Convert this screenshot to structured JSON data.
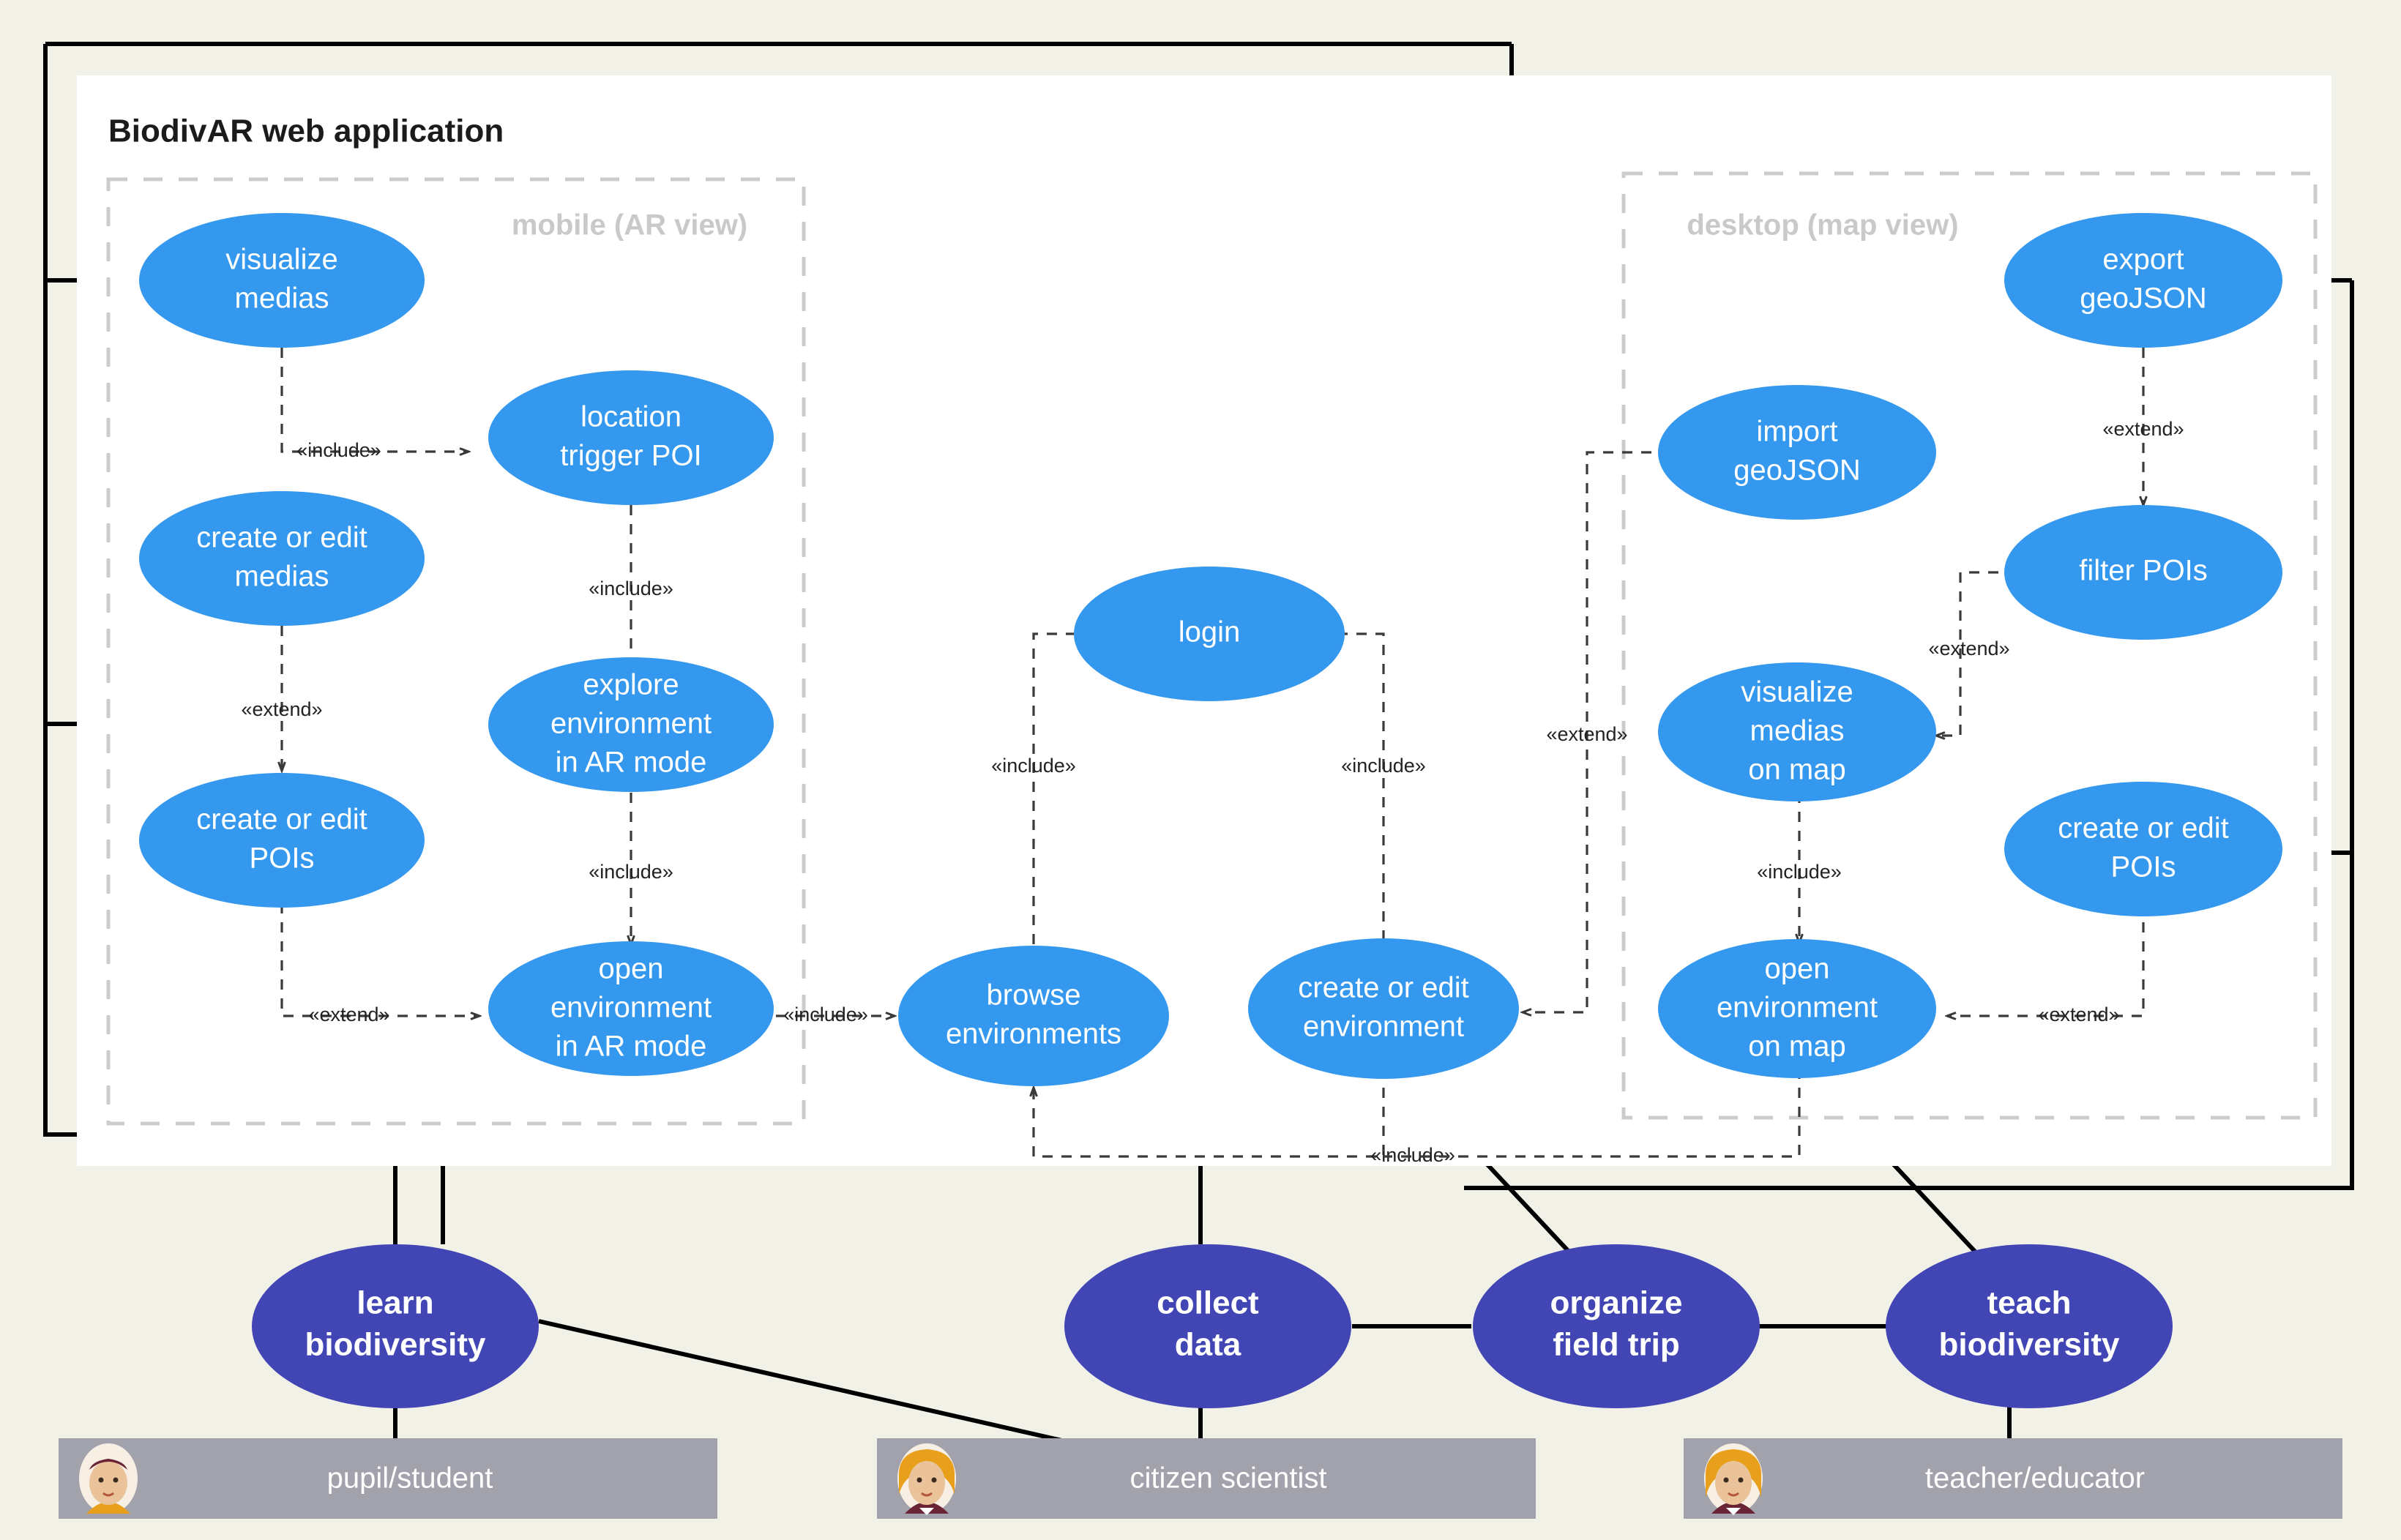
{
  "system": {
    "title": "BiodivAR web application",
    "panel_color": "#ffffff",
    "canvas_color": "#f1f1e8"
  },
  "groups": [
    {
      "id": "mobile",
      "label": "mobile (AR view)"
    },
    {
      "id": "desktop",
      "label": "desktop (map view)"
    }
  ],
  "use_cases": [
    {
      "id": "visualize-medias",
      "label": "visualize\nmedias",
      "lines": [
        "visualize",
        "medias"
      ],
      "group": "mobile",
      "color": "#3498ef"
    },
    {
      "id": "location-trigger-poi",
      "label": "location\ntrigger POI",
      "lines": [
        "location",
        "trigger POI"
      ],
      "group": "mobile",
      "color": "#3498ef"
    },
    {
      "id": "create-or-edit-medias",
      "label": "create or edit\nmedias",
      "lines": [
        "create or edit",
        "medias"
      ],
      "group": "mobile",
      "color": "#3498ef"
    },
    {
      "id": "explore-environment-ar",
      "label": "explore environment in AR mode",
      "lines": [
        "explore",
        "environment",
        "in AR mode"
      ],
      "group": "mobile",
      "color": "#3498ef"
    },
    {
      "id": "create-or-edit-pois-mobile",
      "label": "create or edit\nPOIs",
      "lines": [
        "create or edit",
        "POIs"
      ],
      "group": "mobile",
      "color": "#3498ef"
    },
    {
      "id": "open-environment-ar",
      "label": "open environment in AR mode",
      "lines": [
        "open",
        "environment",
        "in AR mode"
      ],
      "group": "mobile",
      "color": "#3498ef"
    },
    {
      "id": "login",
      "label": "login",
      "lines": [
        "login"
      ],
      "group": "shared",
      "color": "#3498ef"
    },
    {
      "id": "browse-environments",
      "label": "browse\nenvironments",
      "lines": [
        "browse",
        "environments"
      ],
      "group": "shared",
      "color": "#3498ef"
    },
    {
      "id": "create-or-edit-environment",
      "label": "create or edit\nenvironment",
      "lines": [
        "create or edit",
        "environment"
      ],
      "group": "shared",
      "color": "#3498ef"
    },
    {
      "id": "export-geojson",
      "label": "export\ngeoJSON",
      "lines": [
        "export",
        "geoJSON"
      ],
      "group": "desktop",
      "color": "#3498ef"
    },
    {
      "id": "import-geojson",
      "label": "import\ngeoJSON",
      "lines": [
        "import",
        "geoJSON"
      ],
      "group": "desktop",
      "color": "#3498ef"
    },
    {
      "id": "filter-pois",
      "label": "filter POIs",
      "lines": [
        "filter POIs"
      ],
      "group": "desktop",
      "color": "#3498ef"
    },
    {
      "id": "visualize-medias-on-map",
      "label": "visualize medias on map",
      "lines": [
        "visualize",
        "medias",
        "on map"
      ],
      "group": "desktop",
      "color": "#3498ef"
    },
    {
      "id": "create-or-edit-pois-desktop",
      "label": "create or edit\nPOIs",
      "lines": [
        "create or edit",
        "POIs"
      ],
      "group": "desktop",
      "color": "#3498ef"
    },
    {
      "id": "open-environment-on-map",
      "label": "open environment on map",
      "lines": [
        "open",
        "environment",
        "on map"
      ],
      "group": "desktop",
      "color": "#3498ef"
    }
  ],
  "goals": [
    {
      "id": "learn-biodiversity",
      "lines": [
        "learn",
        "biodiversity"
      ],
      "color": "#4146b4"
    },
    {
      "id": "collect-data",
      "lines": [
        "collect",
        "data"
      ],
      "color": "#4146b4"
    },
    {
      "id": "organize-field-trip",
      "lines": [
        "organize",
        "field trip"
      ],
      "color": "#4146b4"
    },
    {
      "id": "teach-biodiversity",
      "lines": [
        "teach",
        "biodiversity"
      ],
      "color": "#4146b4"
    }
  ],
  "actors": [
    {
      "id": "pupil-student",
      "label": "pupil/student",
      "avatar": "male-student-avatar"
    },
    {
      "id": "citizen-scientist",
      "label": "citizen scientist",
      "avatar": "female-scientist-avatar"
    },
    {
      "id": "teacher-educator",
      "label": "teacher/educator",
      "avatar": "female-teacher-avatar"
    }
  ],
  "relations": [
    {
      "id": "rel-1",
      "label": "«include»",
      "from": "visualize-medias",
      "to": "location-trigger-poi",
      "kind": "include"
    },
    {
      "id": "rel-2",
      "label": "«include»",
      "from": "location-trigger-poi",
      "to": "explore-environment-ar",
      "kind": "include"
    },
    {
      "id": "rel-3",
      "label": "«extend»",
      "from": "create-or-edit-medias",
      "to": "create-or-edit-pois-mobile",
      "kind": "extend"
    },
    {
      "id": "rel-4",
      "label": "«include»",
      "from": "explore-environment-ar",
      "to": "open-environment-ar",
      "kind": "include"
    },
    {
      "id": "rel-5",
      "label": "«extend»",
      "from": "create-or-edit-pois-mobile",
      "to": "open-environment-ar",
      "kind": "extend"
    },
    {
      "id": "rel-6",
      "label": "«include»",
      "from": "open-environment-ar",
      "to": "browse-environments",
      "kind": "include"
    },
    {
      "id": "rel-7",
      "label": "«include»",
      "from": "browse-environments",
      "to": "login",
      "kind": "include"
    },
    {
      "id": "rel-8",
      "label": "«include»",
      "from": "create-or-edit-environment",
      "to": "login",
      "kind": "include"
    },
    {
      "id": "rel-9",
      "label": "«include»",
      "from": "create-or-edit-environment",
      "to": "browse-environments",
      "kind": "include"
    },
    {
      "id": "rel-10",
      "label": "«extend»",
      "from": "export-geojson",
      "to": "filter-pois",
      "kind": "extend"
    },
    {
      "id": "rel-11",
      "label": "«extend»",
      "from": "filter-pois",
      "to": "visualize-medias-on-map",
      "kind": "extend"
    },
    {
      "id": "rel-12",
      "label": "«extend»",
      "from": "import-geojson",
      "to": "create-or-edit-environment",
      "kind": "extend"
    },
    {
      "id": "rel-13",
      "label": "«include»",
      "from": "visualize-medias-on-map",
      "to": "open-environment-on-map",
      "kind": "include"
    },
    {
      "id": "rel-14",
      "label": "«extend»",
      "from": "create-or-edit-pois-desktop",
      "to": "open-environment-on-map",
      "kind": "extend"
    },
    {
      "id": "rel-15",
      "label": "«include»",
      "from": "open-environment-on-map",
      "to": "browse-environments",
      "kind": "include"
    }
  ],
  "labels": {
    "include": "«include»",
    "extend": "«extend»"
  }
}
